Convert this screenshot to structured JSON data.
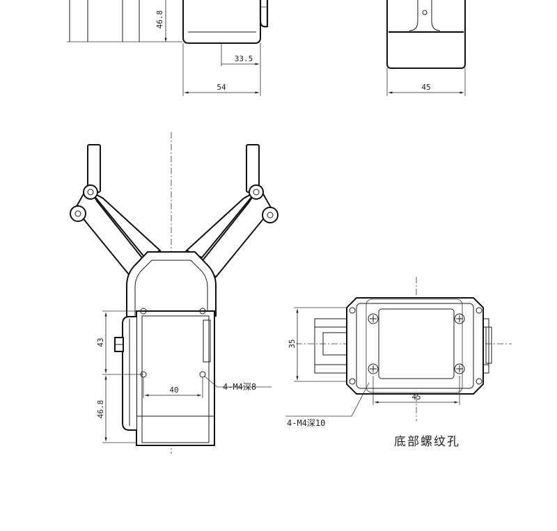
{
  "top_view": {
    "dims": {
      "height_upper": "46.8",
      "offset": "33.5",
      "width": "54",
      "side_width": "45"
    }
  },
  "front_view": {
    "dims": {
      "hole_spacing_v": "43",
      "height_lower": "46.8",
      "hole_spacing_h": "40"
    },
    "thread_note": "4-M4深8"
  },
  "bottom_view": {
    "dims": {
      "hole_spacing_v": "35",
      "hole_spacing_h": "45"
    },
    "thread_note": "4-M4深10",
    "caption": "底部螺纹孔"
  }
}
